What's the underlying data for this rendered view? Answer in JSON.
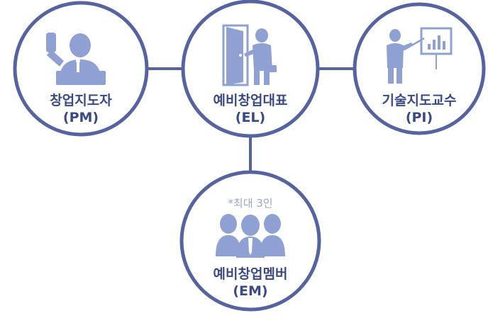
{
  "colors": {
    "ring": "#5563a0",
    "icon": "#8fa0d3",
    "text": "#3a4a86",
    "note": "#9aa6cf",
    "background": "#ffffff"
  },
  "nodes": [
    {
      "id": "pm",
      "title": "창업지도자",
      "abbr": "(PM)",
      "icon": "speaker-raising-hand-icon"
    },
    {
      "id": "el",
      "title": "예비창업대표",
      "abbr": "(EL)",
      "icon": "businessman-opening-door-icon"
    },
    {
      "id": "pi",
      "title": "기술지도교수",
      "abbr": "(PI)",
      "icon": "presenter-with-chart-icon"
    },
    {
      "id": "em",
      "title": "예비창업멤버",
      "abbr": "(EM)",
      "icon": "group-of-three-people-icon",
      "note": "*최대 3인"
    }
  ],
  "connections": [
    {
      "from": "pm",
      "to": "el"
    },
    {
      "from": "el",
      "to": "pi"
    },
    {
      "from": "el",
      "to": "em"
    }
  ]
}
